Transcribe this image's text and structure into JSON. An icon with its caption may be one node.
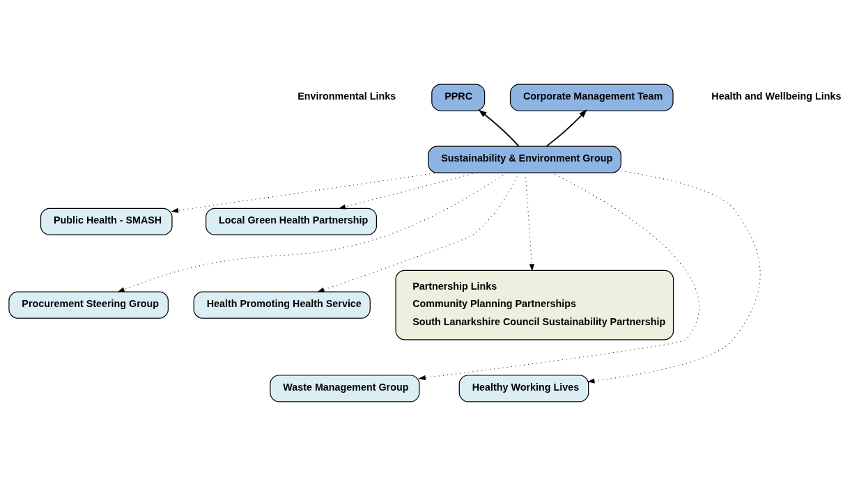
{
  "diagram": {
    "nodes": [
      {
        "text": [
          "PPRC"
        ]
      },
      {
        "text": [
          "Corporate Management Team"
        ]
      },
      {
        "text": [
          "Sustainability & Environment Group"
        ]
      },
      {
        "text": [
          "Public Health - SMASH"
        ]
      },
      {
        "text": [
          "Local Green Health Partnership"
        ]
      },
      {
        "text": [
          "Procurement Steering Group"
        ]
      },
      {
        "text": [
          "Partnership Links",
          "Community Planning Partnerships",
          "South Lanarkshire Council Sustainability Partnership"
        ]
      },
      {
        "text": [
          "Health Promoting Health Service"
        ]
      },
      {
        "text": [
          "Waste Management Group"
        ]
      },
      {
        "text": [
          "Healthy Working Lives"
        ]
      }
    ],
    "edges": [
      {
        "from": 2,
        "to": 0,
        "arrow": "to"
      },
      {
        "from": 2,
        "to": 1,
        "arrow": "to"
      },
      {
        "from": 2,
        "to": 3,
        "arrow": "to",
        "style": "dashed"
      },
      {
        "from": 2,
        "to": 4,
        "arrow": "to",
        "style": "dashed"
      },
      {
        "from": 2,
        "to": 5,
        "arrow": "to",
        "style": "dashed"
      },
      {
        "from": 2,
        "to": 6,
        "arrow": "to",
        "style": "dashed"
      },
      {
        "from": 2,
        "to": 7,
        "arrow": "to",
        "style": "dashed"
      },
      {
        "from": 2,
        "to": 8,
        "arrow": "to",
        "style": "dashed"
      },
      {
        "from": 2,
        "to": 9,
        "arrow": "to",
        "style": "dashed"
      }
    ],
    "labels": [
      "Environmental Links",
      "Health and Wellbeing Links"
    ]
  }
}
